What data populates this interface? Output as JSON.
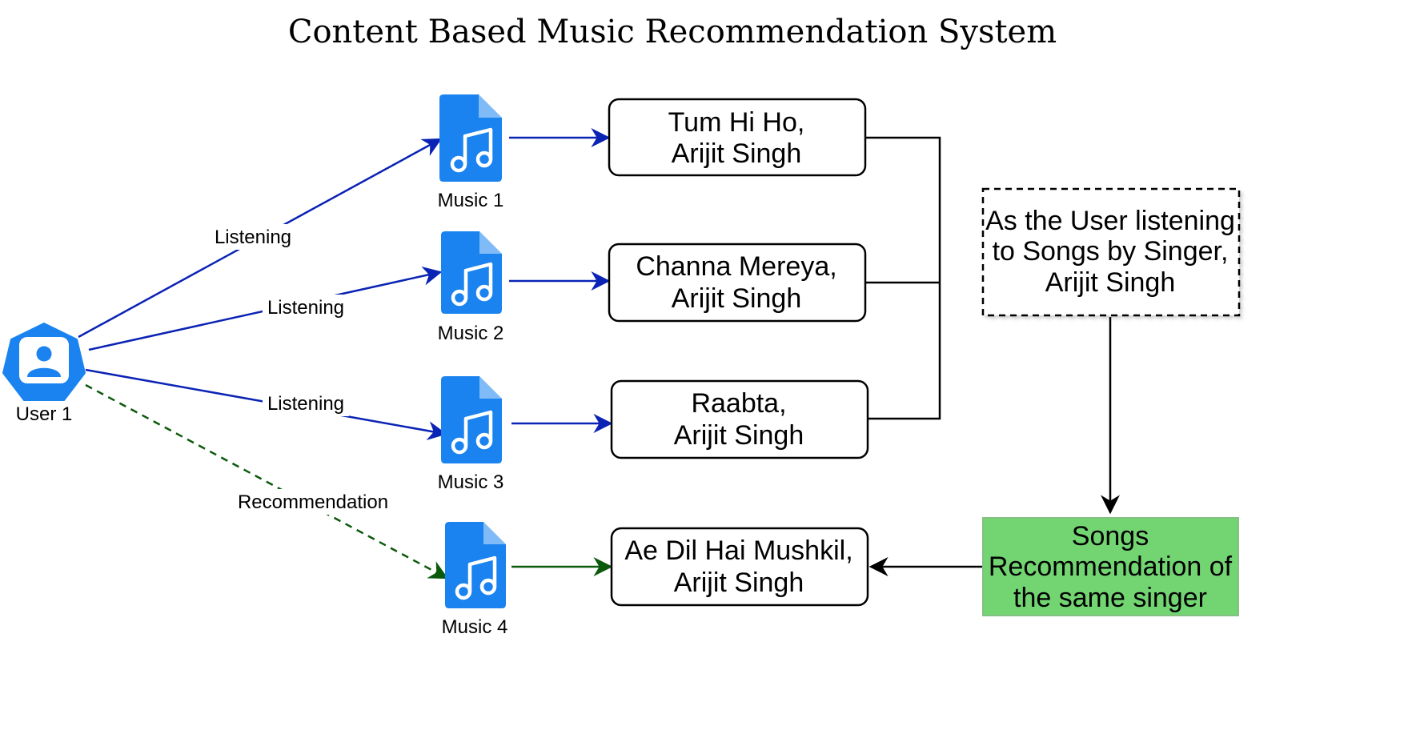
{
  "title": "Content Based Music Recommendation System",
  "colors": {
    "blue_icon": "#1a83f0",
    "edge_blue": "#0a23b5",
    "edge_green": "#0b5a0b",
    "recommend_fill": "#72d572",
    "recommend_border": "#84c084"
  },
  "user": {
    "label": "User 1",
    "icon": "user-hexagon-icon"
  },
  "music": [
    {
      "label": "Music 1",
      "icon": "music-file-icon"
    },
    {
      "label": "Music 2",
      "icon": "music-file-icon"
    },
    {
      "label": "Music 3",
      "icon": "music-file-icon"
    },
    {
      "label": "Music 4",
      "icon": "music-file-icon"
    }
  ],
  "songs": [
    {
      "line1": "Tum Hi Ho,",
      "line2": "Arijit Singh"
    },
    {
      "line1": "Channa Mereya,",
      "line2": "Arijit Singh"
    },
    {
      "line1": "Raabta,",
      "line2": "Arijit Singh"
    },
    {
      "line1": "Ae Dil Hai Mushkil,",
      "line2": "Arijit Singh"
    }
  ],
  "edges": {
    "listening_1": "Listening",
    "listening_2": "Listening",
    "listening_3": "Listening",
    "recommendation": "Recommendation"
  },
  "note": {
    "line1": "As the User listening",
    "line2": "to Songs by Singer,",
    "line3": "Arijit Singh"
  },
  "recommend_box": {
    "line1": "Songs",
    "line2": "Recommendation of",
    "line3": "the same singer"
  }
}
